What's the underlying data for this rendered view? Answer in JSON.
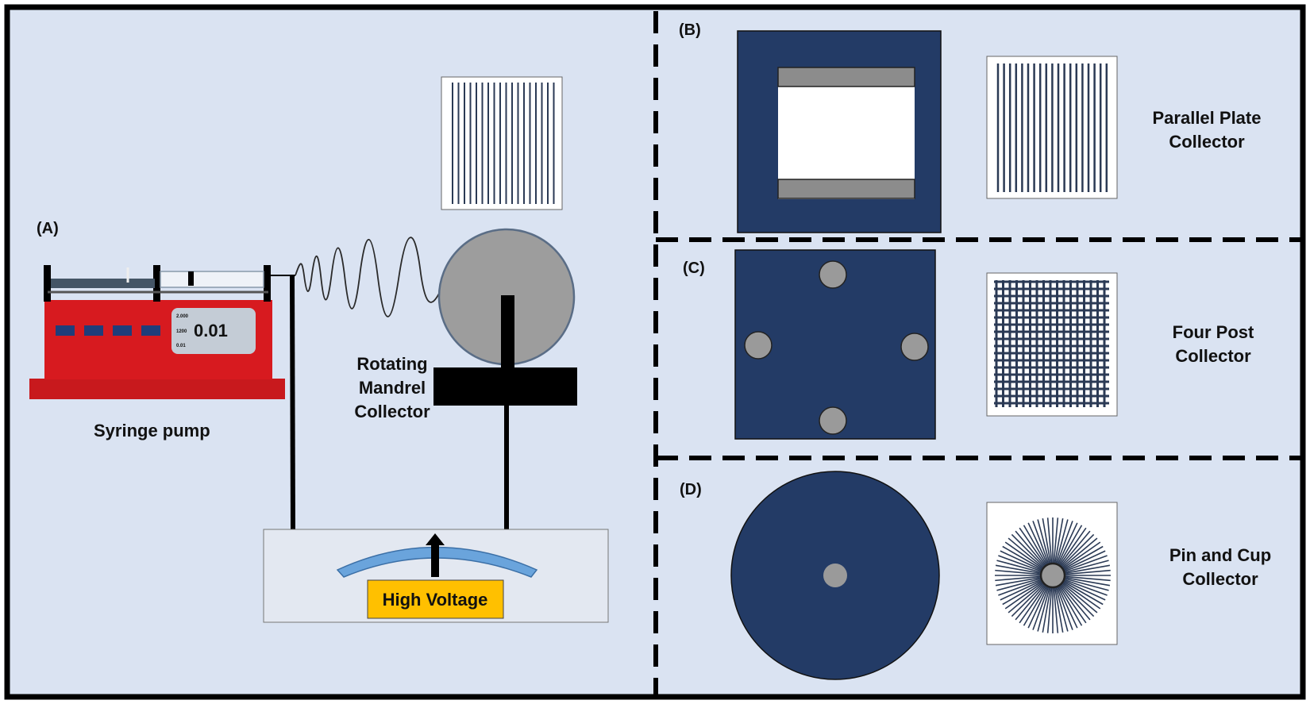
{
  "panels": {
    "a": "(A)",
    "b": "(B)",
    "c": "(C)",
    "d": "(D)"
  },
  "pump": {
    "label": "Syringe pump",
    "display_value": "0.01",
    "display_small": [
      "2.000",
      "1200",
      "0.01"
    ]
  },
  "mandrel": {
    "label_lines": [
      "Rotating",
      "Mandrel",
      "Collector"
    ]
  },
  "high_voltage": {
    "label": "High Voltage"
  },
  "collectors": {
    "parallel_plate": [
      "Parallel Plate",
      "Collector"
    ],
    "four_post": [
      "Four Post",
      "Collector"
    ],
    "pin_cup": [
      "Pin and Cup",
      "Collector"
    ]
  },
  "colors": {
    "background": "#dae3f2",
    "frame": "#000000",
    "collector_navy": "#233b66",
    "pump_red": "#d71a1f",
    "gray": "#9a9a9a",
    "hv_yellow": "#ffc000",
    "arc_blue": "#6aa4dc"
  },
  "icons": [
    "syringe-icon",
    "fiber-jet-icon",
    "voltage-arrow-icon"
  ]
}
